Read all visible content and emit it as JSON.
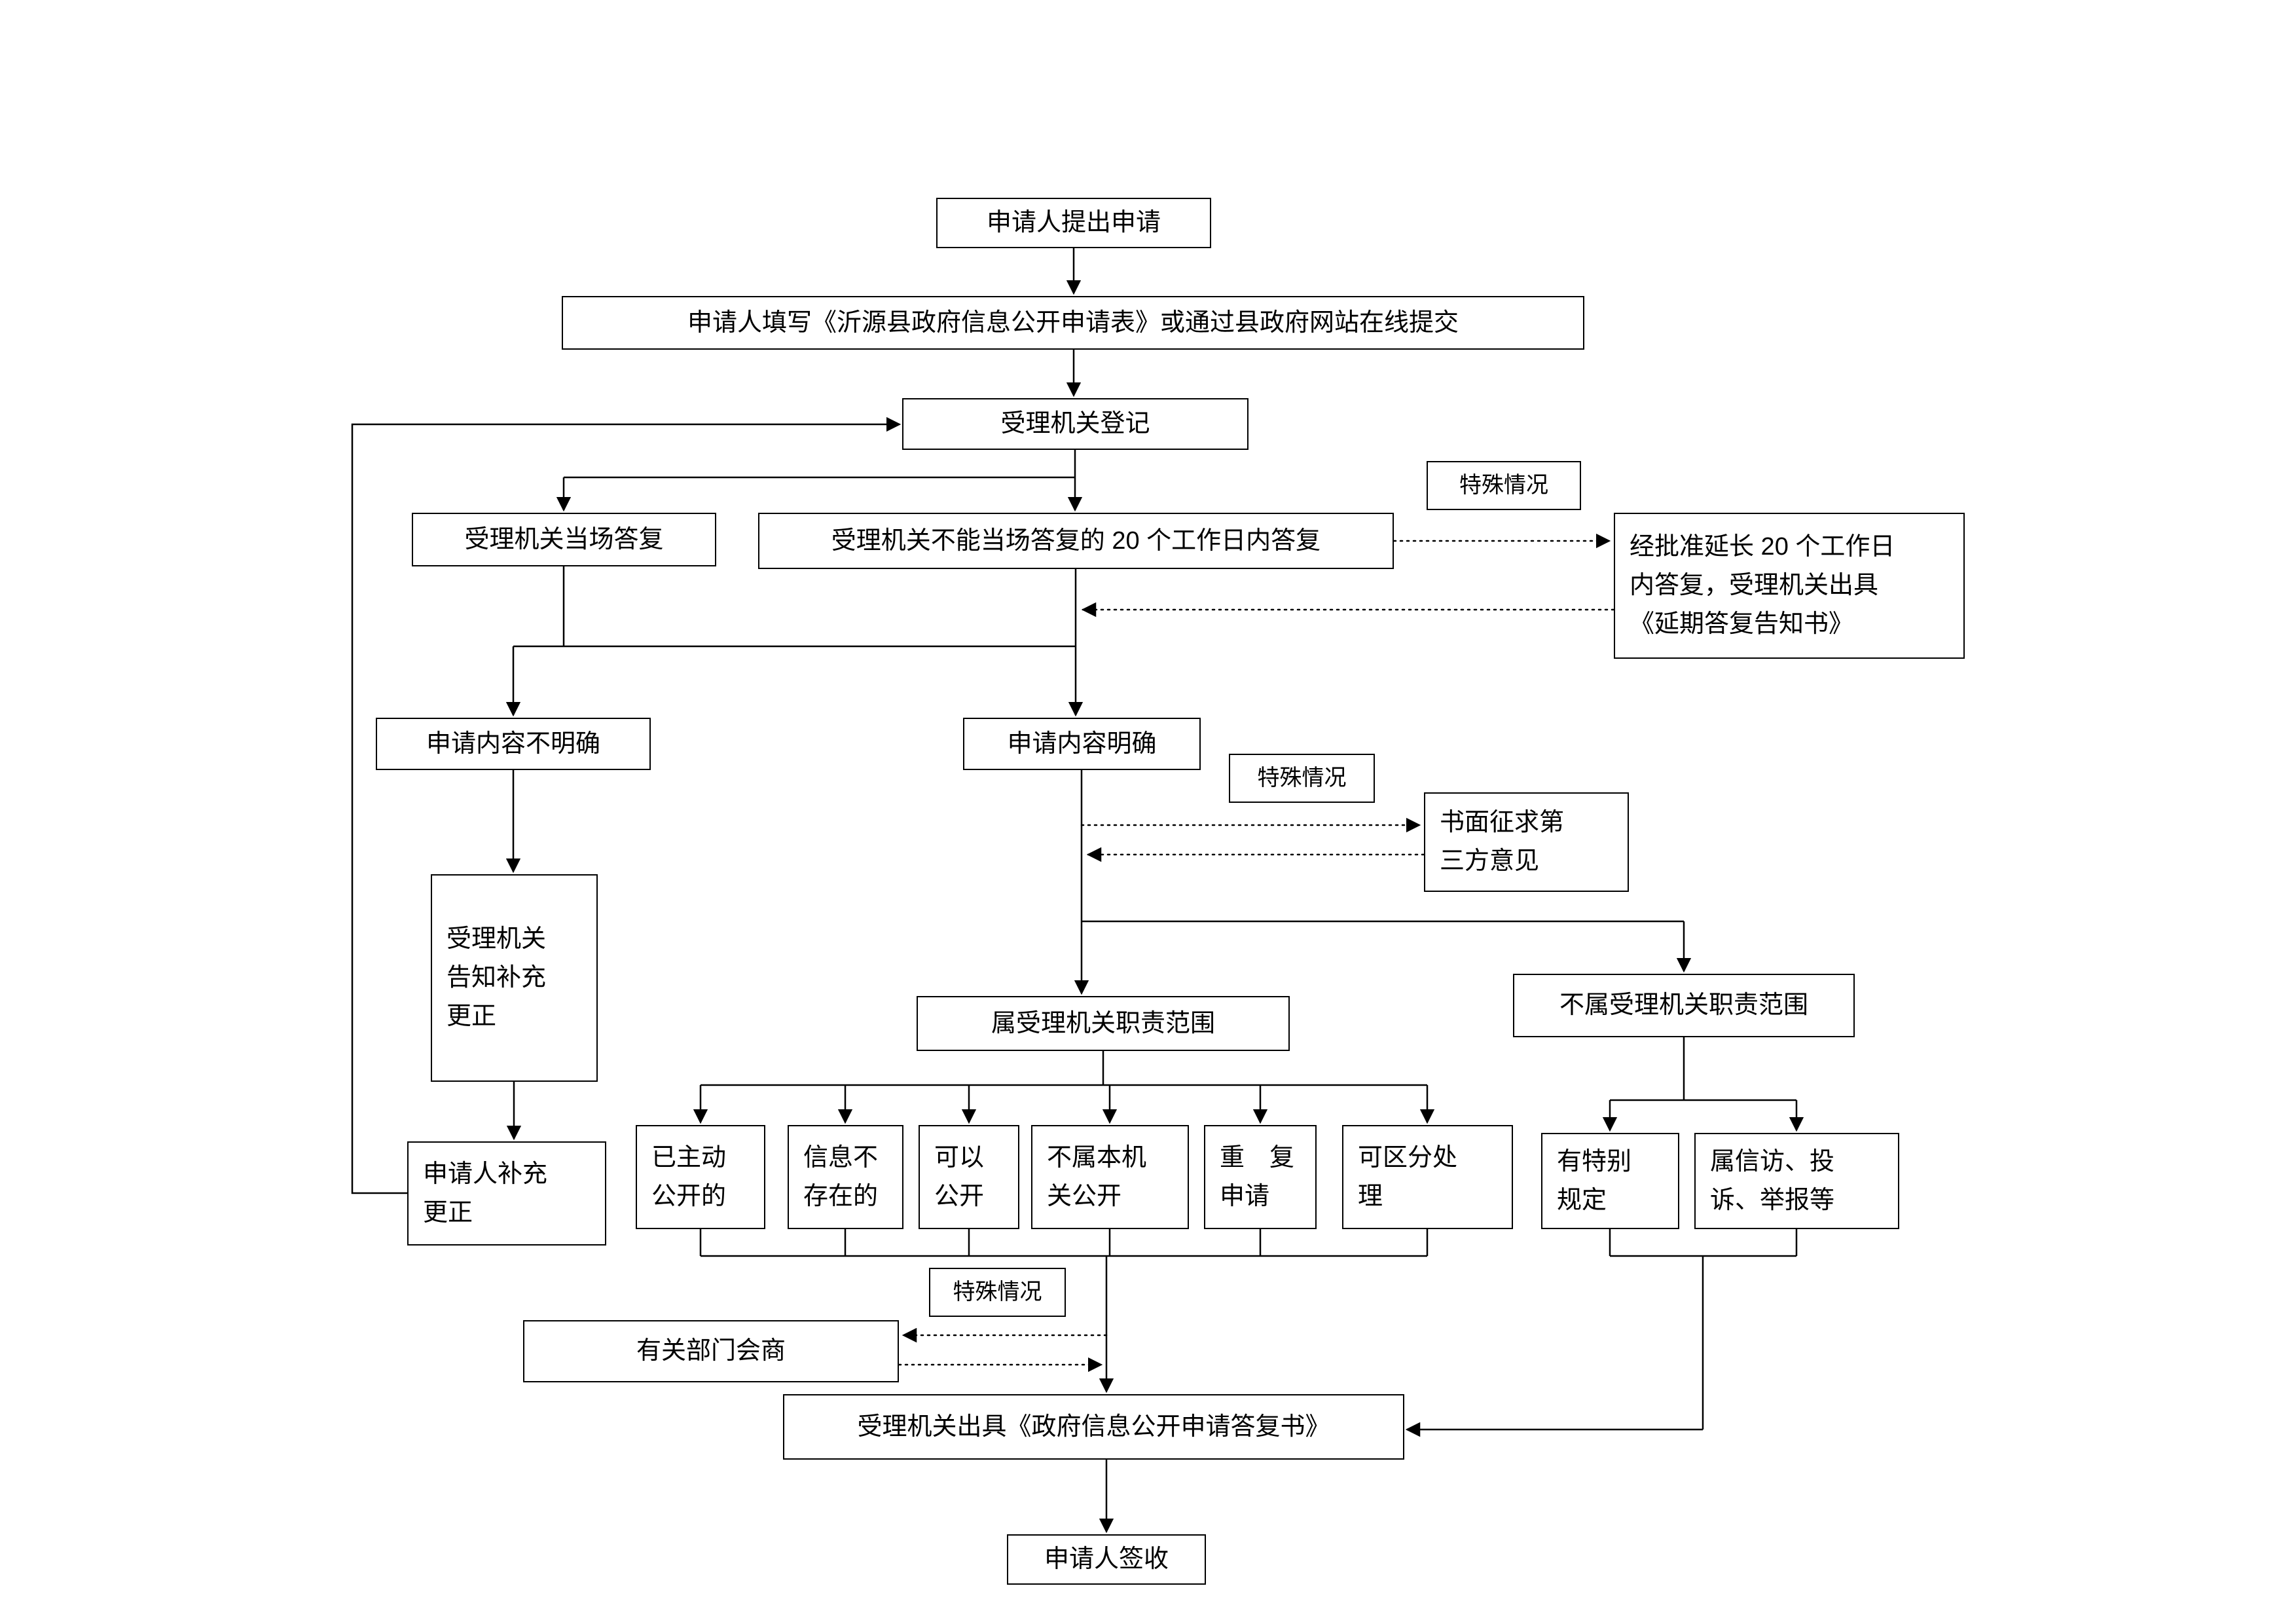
{
  "nodes": {
    "apply": "申请人提出申请",
    "fill_form": "申请人填写《沂源县政府信息公开申请表》或通过县政府网站在线提交",
    "register": "受理机关登记",
    "onsite_reply": "受理机关当场答复",
    "reply_20days": "受理机关不能当场答复的 20 个工作日内答复",
    "special_case_1": "特殊情况",
    "extension": "经批准延长 20 个工作日\n内答复，受理机关出具\n《延期答复告知书》",
    "content_unclear": "申请内容不明确",
    "content_clear": "申请内容明确",
    "special_case_2": "特殊情况",
    "third_party": "书面征求第\n三方意见",
    "notify_supplement": "受理机关\n告知补充\n更正",
    "applicant_supplement": "申请人补充\n更正",
    "within_scope": "属受理机关职责范围",
    "outside_scope": "不属受理机关职责范围",
    "proactively_public": "已主动\n公开的",
    "info_not_exist": "信息不\n存在的",
    "can_disclose": "可以\n公开",
    "not_this_agency": "不属本机\n关公开",
    "repeat_apply": "重　复\n申请",
    "separable": "可区分处\n理",
    "special_provisions": "有特别\n规定",
    "petition_complaint": "属信访、投\n诉、举报等",
    "special_case_3": "特殊情况",
    "dept_consult": "有关部门会商",
    "issue_reply": "受理机关出具《政府信息公开申请答复书》",
    "sign_receipt": "申请人签收"
  },
  "colors": {
    "line": "#000000",
    "box_border": "#000000",
    "background": "#ffffff",
    "text": "#000000"
  }
}
